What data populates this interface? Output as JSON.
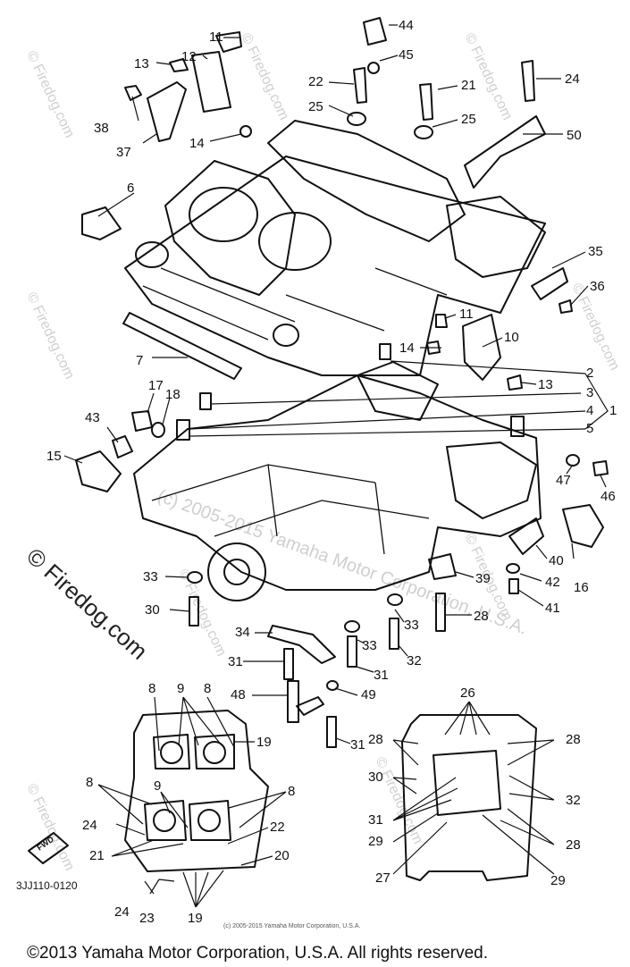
{
  "labels": [
    "11",
    "12",
    "13",
    "38",
    "37",
    "14",
    "6",
    "7",
    "17",
    "18",
    "43",
    "15",
    "33",
    "30",
    "34",
    "31",
    "48",
    "49",
    "44",
    "45",
    "22",
    "25",
    "21",
    "25",
    "24",
    "50",
    "35",
    "36",
    "11",
    "10",
    "14",
    "2",
    "13",
    "3",
    "4",
    "1",
    "5",
    "47",
    "46",
    "40",
    "16",
    "42",
    "41",
    "39",
    "28",
    "33",
    "32",
    "33",
    "31",
    "31",
    "8",
    "9",
    "8",
    "19",
    "8",
    "9",
    "8",
    "24",
    "21",
    "22",
    "20",
    "24",
    "23",
    "19",
    "26",
    "28",
    "28",
    "30",
    "32",
    "31",
    "29",
    "28",
    "27",
    "29"
  ],
  "part_code": "3JJ110-0120",
  "fwd_label": "FWD",
  "watermarks": {
    "small": "© Firedog.com",
    "big": "© Firedog.com",
    "inner": "(c) 2005-2015 Yamaha Motor Corporation, U.S.A."
  },
  "footer": "©2013 Yamaha Motor Corporation, U.S.A. All rights reserved."
}
